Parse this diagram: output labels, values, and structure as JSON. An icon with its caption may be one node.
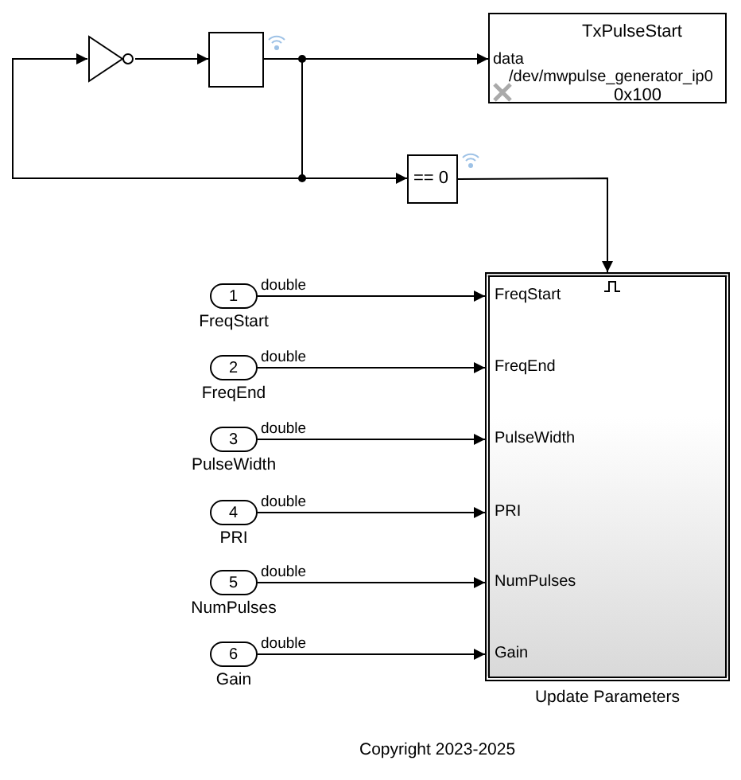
{
  "diagram": {
    "nodes": [
      {
        "text": [],
        "shape": "triangle"
      },
      {
        "text": [],
        "shape": "box"
      },
      {
        "text": [
          "TxPulseStart",
          "data",
          "/dev/mwpulse_generator_ip0",
          "0x100"
        ]
      },
      {
        "text": [
          "== 0"
        ]
      },
      {
        "text": [
          "FreqStart",
          "FreqEnd",
          "PulseWidth",
          "PRI",
          "NumPulses",
          "Gain"
        ],
        "beside": [
          "Update Parameters"
        ]
      },
      {
        "text": [
          "1"
        ],
        "beside": [
          "FreqStart"
        ]
      },
      {
        "text": [
          "2"
        ],
        "beside": [
          "FreqEnd"
        ]
      },
      {
        "text": [
          "3"
        ],
        "beside": [
          "PulseWidth"
        ]
      },
      {
        "text": [
          "4"
        ],
        "beside": [
          "PRI"
        ]
      },
      {
        "text": [
          "5"
        ],
        "beside": [
          "NumPulses"
        ]
      },
      {
        "text": [
          "6"
        ],
        "beside": [
          "Gain"
        ]
      }
    ],
    "edges": [
      {
        "from": 0,
        "to": 1,
        "arrow": "to"
      },
      {
        "from": 1,
        "to": 2,
        "arrow": "to"
      },
      {
        "from": 1,
        "to": 0,
        "arrow": "to"
      },
      {
        "from": 1,
        "to": 3,
        "arrow": "to"
      },
      {
        "from": 3,
        "to": 4,
        "arrow": "to"
      },
      {
        "from": 5,
        "to": 4,
        "arrow": "to",
        "label": "double"
      },
      {
        "from": 6,
        "to": 4,
        "arrow": "to",
        "label": "double"
      },
      {
        "from": 7,
        "to": 4,
        "arrow": "to",
        "label": "double"
      },
      {
        "from": 8,
        "to": 4,
        "arrow": "to",
        "label": "double"
      },
      {
        "from": 9,
        "to": 4,
        "arrow": "to",
        "label": "double"
      },
      {
        "from": 10,
        "to": 4,
        "arrow": "to",
        "label": "double"
      }
    ],
    "labels": [
      "Copyright 2023-2025"
    ]
  }
}
